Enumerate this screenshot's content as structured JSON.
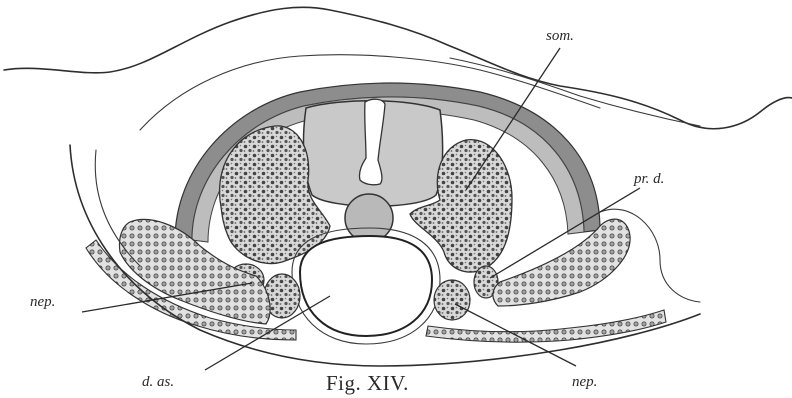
{
  "labels": {
    "som": "som.",
    "pr_d": "pr. d.",
    "nep_left": "nep.",
    "nep_right": "nep.",
    "d_as": "d. as."
  },
  "caption": "Fig. XIV."
}
